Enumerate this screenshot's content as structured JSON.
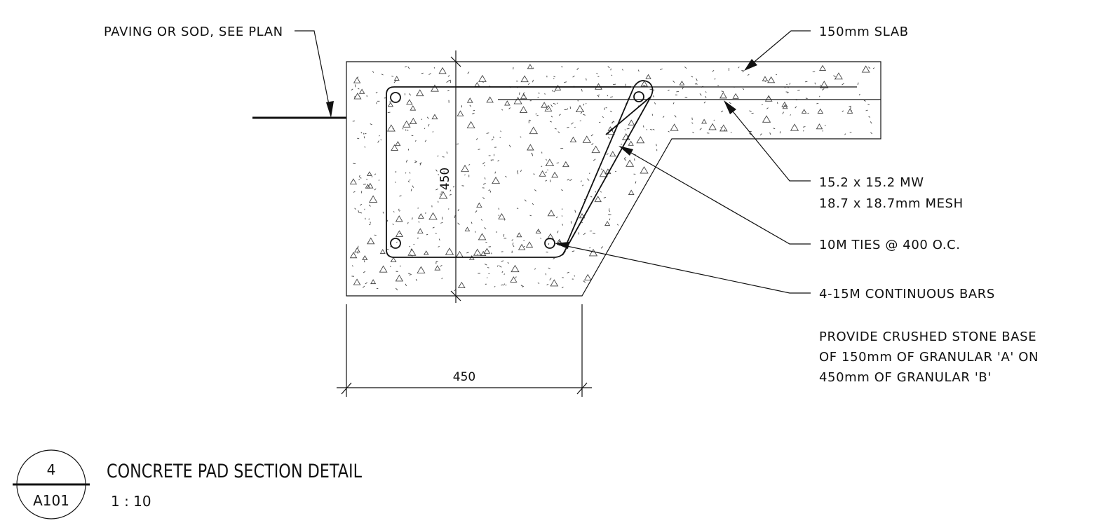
{
  "labels": {
    "paving": "PAVING OR SOD, SEE PLAN",
    "slab": "150mm SLAB",
    "mesh_line1": "15.2 x 15.2 MW",
    "mesh_line2": "18.7 x 18.7mm MESH",
    "ties": "10M TIES @ 400 O.C.",
    "bars": "4-15M CONTINUOUS BARS",
    "base_line1": "PROVIDE CRUSHED STONE BASE",
    "base_line2": "OF 150mm OF GRANULAR 'A' ON",
    "base_line3": "450mm OF GRANULAR 'B'"
  },
  "dimensions": {
    "vertical": "450",
    "horizontal": "450"
  },
  "title_block": {
    "detail_number": "4",
    "sheet": "A101",
    "title": "CONCRETE PAD SECTION DETAIL",
    "scale": "1 : 10"
  }
}
